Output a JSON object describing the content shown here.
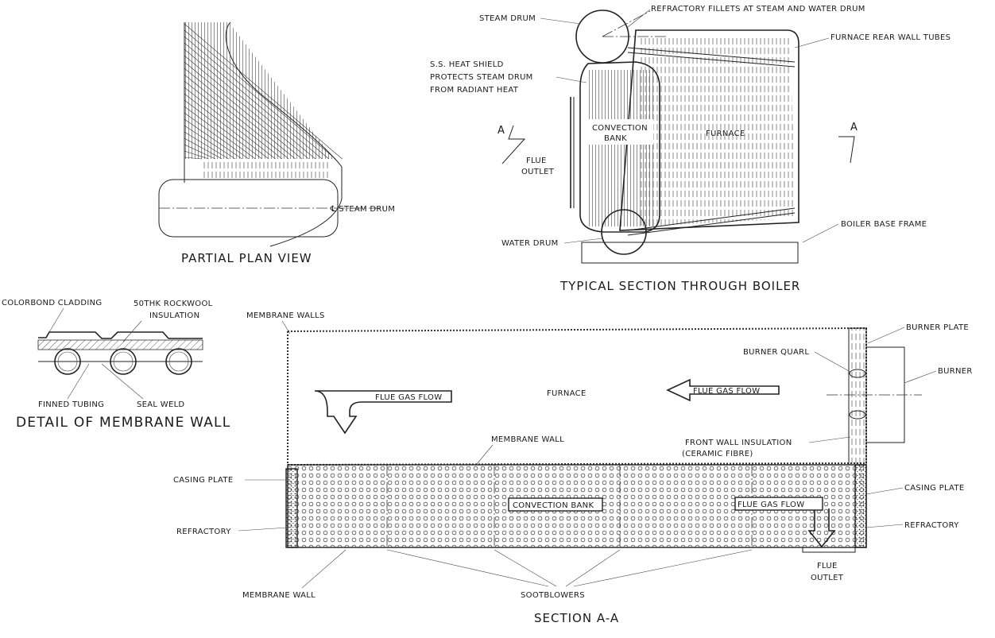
{
  "titles": {
    "plan": "PARTIAL PLAN VIEW",
    "section": "TYPICAL SECTION THROUGH BOILER",
    "detail": "DETAIL OF MEMBRANE WALL",
    "sectionAA": "SECTION A-A"
  },
  "plan": {
    "steamDrumCl": "℄ STEAM DRUM"
  },
  "boiler": {
    "steamDrum": "STEAM DRUM",
    "fillets": "REFRACTORY FILLETS AT STEAM AND WATER DRUM",
    "rearTubes": "FURNACE REAR WALL TUBES",
    "shield1": "S.S. HEAT SHIELD",
    "shield2": "PROTECTS STEAM DRUM",
    "shield3": "FROM RADIANT HEAT",
    "conv1": "CONVECTION",
    "conv2": "BANK",
    "furnace": "FURNACE",
    "flue1": "FLUE",
    "flue2": "OUTLET",
    "waterDrum": "WATER DRUM",
    "baseFrame": "BOILER BASE FRAME",
    "markA": "A"
  },
  "detail": {
    "cladding": "COLORBOND CLADDING",
    "rock1": "50THK ROCKWOOL",
    "rock2": "INSULATION",
    "finned": "FINNED TUBING",
    "seal": "SEAL WELD"
  },
  "sectionAA": {
    "membraneWalls": "MEMBRANE WALLS",
    "burnerPlate": "BURNER PLATE",
    "burnerQuarl": "BURNER QUARL",
    "burner": "BURNER",
    "flueGasFlow": "FLUE GAS FLOW",
    "furnace": "FURNACE",
    "membraneWall": "MEMBRANE WALL",
    "frontIns1": "FRONT WALL INSULATION",
    "frontIns2": "(CERAMIC FIBRE)",
    "casingPlate": "CASING PLATE",
    "convectionBank": "CONVECTION BANK",
    "refractory": "REFRACTORY",
    "sootblowers": "SOOTBLOWERS",
    "flue1": "FLUE",
    "flue2": "OUTLET"
  }
}
